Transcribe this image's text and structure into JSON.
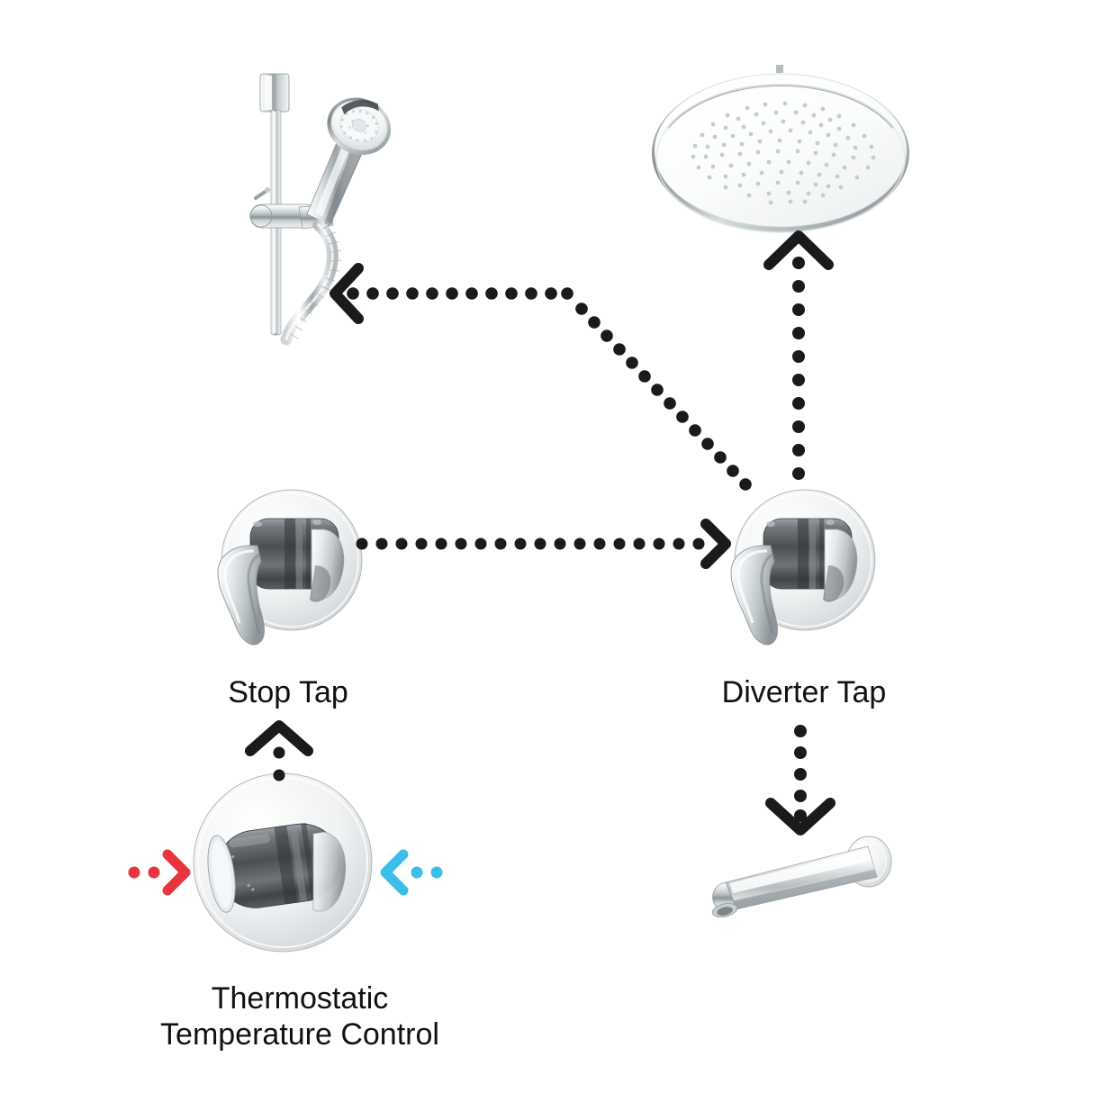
{
  "diagram": {
    "title": "Shower and Bath Valve Flow Diagram",
    "background_color": "#ffffff",
    "arrow_color": "#1a1a1a",
    "hot_inlet_color": "#e8343c",
    "cold_inlet_color": "#3cbeea",
    "chrome_light": "#f2f4f5",
    "chrome_mid": "#c9ced1",
    "chrome_dark": "#6d7478"
  },
  "labels": [
    {
      "id": "stop-tap",
      "text": "Stop Tap"
    },
    {
      "id": "diverter-tap",
      "text": "Diverter Tap"
    },
    {
      "id": "thermostatic-line-1",
      "text": "Thermostatic"
    },
    {
      "id": "thermostatic-line-2",
      "text": "Temperature Control"
    }
  ],
  "components": [
    {
      "id": "hand-shower-rail",
      "name": "Hand Shower Slide Rail Kit"
    },
    {
      "id": "rain-shower-head",
      "name": "Round Rain Shower Head"
    },
    {
      "id": "stop-tap-valve",
      "name": "Stop Tap Concealed Valve"
    },
    {
      "id": "diverter-tap-valve",
      "name": "Diverter Tap Concealed Valve"
    },
    {
      "id": "thermostatic-valve",
      "name": "Thermostatic Temperature Control Valve"
    },
    {
      "id": "bath-spout",
      "name": "Wall Mounted Bath Spout"
    }
  ],
  "flows": [
    {
      "id": "flow-hot-in",
      "from": "hot-water-supply",
      "to": "thermostatic-valve",
      "direction": "right",
      "color": "#e8343c"
    },
    {
      "id": "flow-cold-in",
      "from": "cold-water-supply",
      "to": "thermostatic-valve",
      "direction": "left",
      "color": "#3cbeea"
    },
    {
      "id": "flow-thermostatic-to-stop",
      "from": "thermostatic-valve",
      "to": "stop-tap-valve",
      "direction": "up",
      "color": "#1a1a1a"
    },
    {
      "id": "flow-stop-to-diverter",
      "from": "stop-tap-valve",
      "to": "diverter-tap-valve",
      "direction": "right",
      "color": "#1a1a1a"
    },
    {
      "id": "flow-diverter-to-rain-head",
      "from": "diverter-tap-valve",
      "to": "rain-shower-head",
      "direction": "up",
      "color": "#1a1a1a"
    },
    {
      "id": "flow-diverter-to-hand-shower",
      "from": "diverter-tap-valve",
      "to": "hand-shower-rail",
      "direction": "left",
      "color": "#1a1a1a"
    },
    {
      "id": "flow-diverter-to-spout",
      "from": "diverter-tap-valve",
      "to": "bath-spout",
      "direction": "down",
      "color": "#1a1a1a"
    }
  ]
}
